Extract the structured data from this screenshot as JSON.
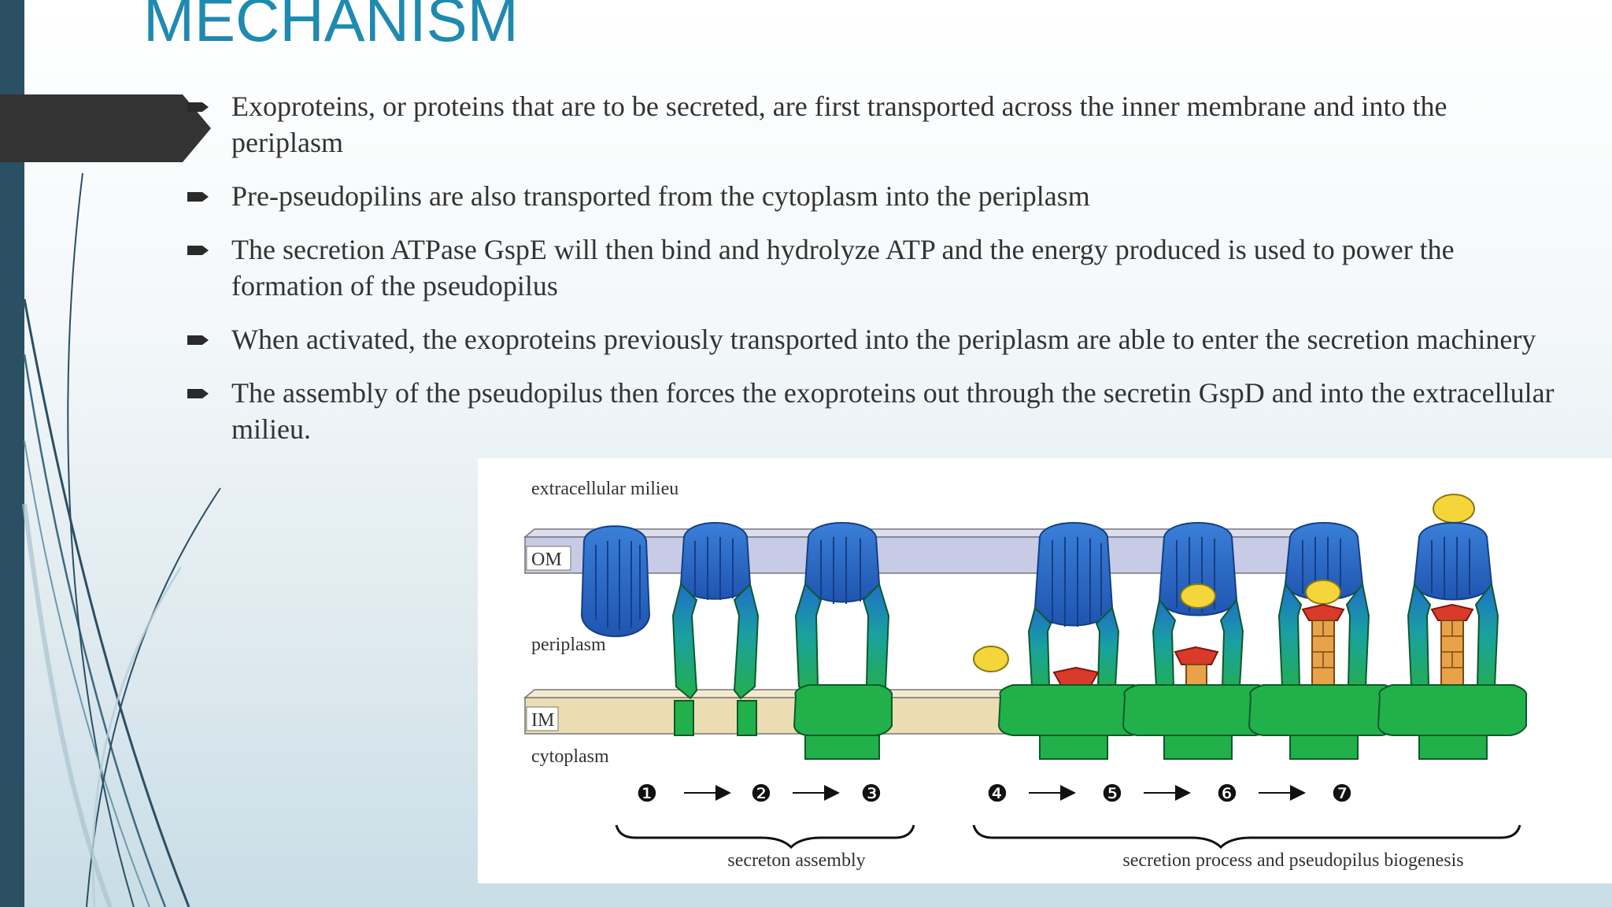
{
  "slide": {
    "title": "MECHANISM",
    "bullets": [
      "Exoproteins, or proteins that are to be secreted, are first transported across the inner membrane and into the periplasm",
      "Pre-pseudopilins are also transported from the cytoplasm into the periplasm",
      "The secretion ATPase GspE will then bind and hydrolyze ATP and the energy produced is used to power the formation of the pseudopilus",
      "When activated, the exoproteins previously transported into the periplasm are able to enter the secretion machinery",
      "The assembly of the pseudopilus then forces the exoproteins out through the secretin GspD and into the extracellular milieu."
    ]
  },
  "figure": {
    "labels": {
      "extracellular": "extracellular milieu",
      "om": "OM",
      "periplasm": "periplasm",
      "im": "IM",
      "cytoplasm": "cytoplasm"
    },
    "steps": [
      "❶",
      "❷",
      "❸",
      "❹",
      "❺",
      "❻",
      "❼"
    ],
    "groups": [
      "secreton assembly",
      "secretion process and pseudopilus biogenesis"
    ],
    "colors": {
      "secretin": "#2a6fc9",
      "inner_complex": "#22a84a",
      "membrane_om": "#c8cbe6",
      "membrane_im": "#ecdcb2",
      "exoprotein": "#f4d63b",
      "atpase_cap": "#d93a2a",
      "pseudopilus": "#e8a24a"
    }
  }
}
